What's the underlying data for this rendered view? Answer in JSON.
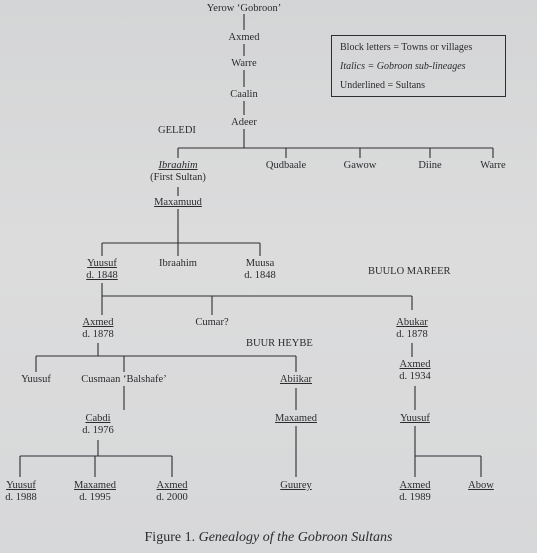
{
  "legend": {
    "block": "Block letters = Towns or villages",
    "italic": "Italics = Gobroon sub-lineages",
    "underline": "Underlined = Sultans"
  },
  "places": {
    "geledi": "GELEDI",
    "buulo_mareer": "BUULO MAREER",
    "buur_heybe": "BUUR HEYBE"
  },
  "nodes": {
    "yerow": "Yerow ‘Gobroon’",
    "axmed_top": "Axmed",
    "warre_top": "Warre",
    "caalin": "Caalin",
    "adeer": "Adeer",
    "ibraahim_first": "Ibraahim",
    "ibraahim_first_sub": "(First Sultan)",
    "qudbaale": "Qudbaale",
    "gawow": "Gawow",
    "diine": "Diine",
    "warre_sub": "Warre",
    "maxamuud": "Maxamuud",
    "yuusuf_1848": "Yuusuf",
    "yuusuf_1848_date": "d. 1848",
    "ibraahim_2": "Ibraahim",
    "muusa": "Muusa",
    "muusa_date": "d. 1848",
    "axmed_1878": "Axmed",
    "axmed_1878_date": "d. 1878",
    "cumar": "Cumar?",
    "abukar": "Abukar",
    "abukar_date": "d. 1878",
    "axmed_1934": "Axmed",
    "axmed_1934_date": "d. 1934",
    "yuusuf_left": "Yuusuf",
    "cusmaan": "Cusmaan ‘Balshafe’",
    "abiikar": "Abiikar",
    "yuusuf_right": "Yuusuf",
    "cabdi": "Cabdi",
    "cabdi_date": "d. 1976",
    "maxamed_mid": "Maxamed",
    "yuusuf_1988": "Yuusuf",
    "yuusuf_1988_date": "d. 1988",
    "maxamed_1995": "Maxamed",
    "maxamed_1995_date": "d. 1995",
    "axmed_2000": "Axmed",
    "axmed_2000_date": "d. 2000",
    "guurey": "Guurey",
    "axmed_1989": "Axmed",
    "axmed_1989_date": "d. 1989",
    "abow": "Abow"
  },
  "caption": {
    "prefix": "Figure 1.",
    "title": "Genealogy of the Gobroon Sultans"
  }
}
